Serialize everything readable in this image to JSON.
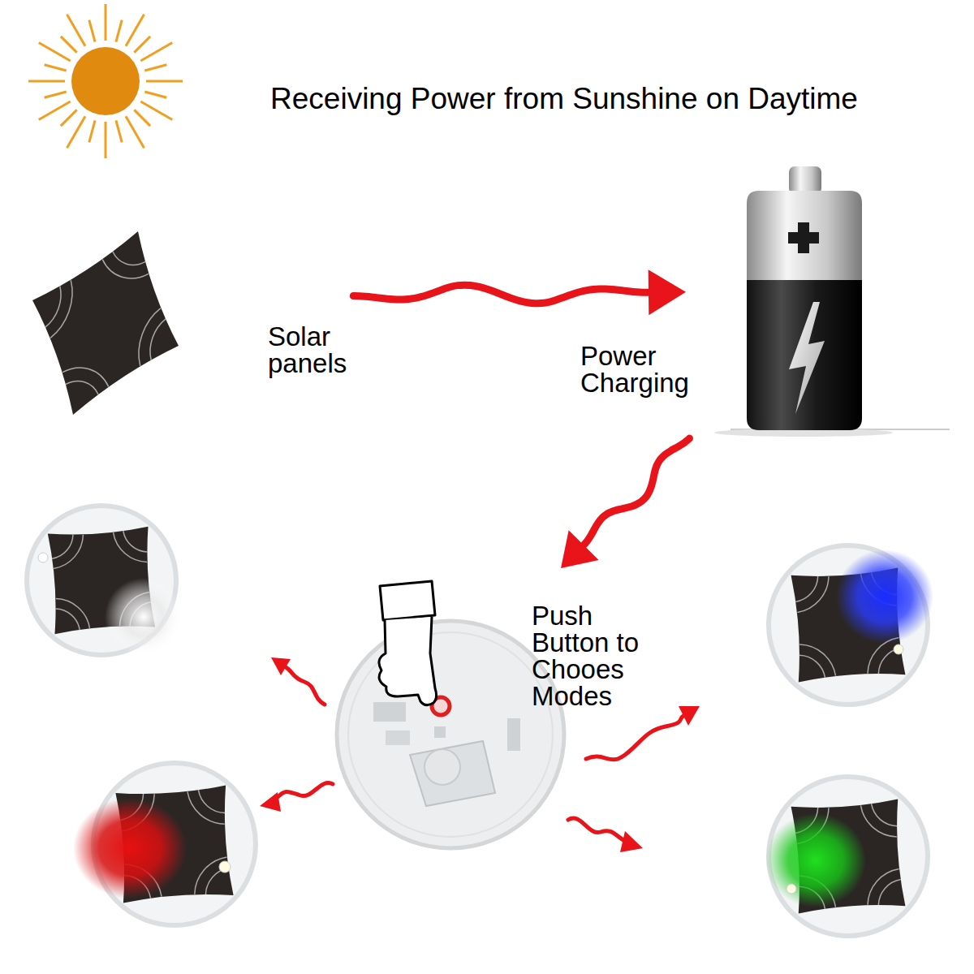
{
  "diagram": {
    "title": "Receiving Power from Sunshine on Daytime",
    "nodes": [
      {
        "text": [
          "Solar panels"
        ]
      },
      {
        "text": [
          "Power Charging"
        ]
      },
      {
        "text": [
          "Push Button to Chooes Modes"
        ]
      }
    ],
    "edges": [
      {
        "from": 0,
        "to": 1,
        "arrow": "to"
      },
      {
        "from": 1,
        "to": 2,
        "arrow": "to"
      }
    ]
  }
}
